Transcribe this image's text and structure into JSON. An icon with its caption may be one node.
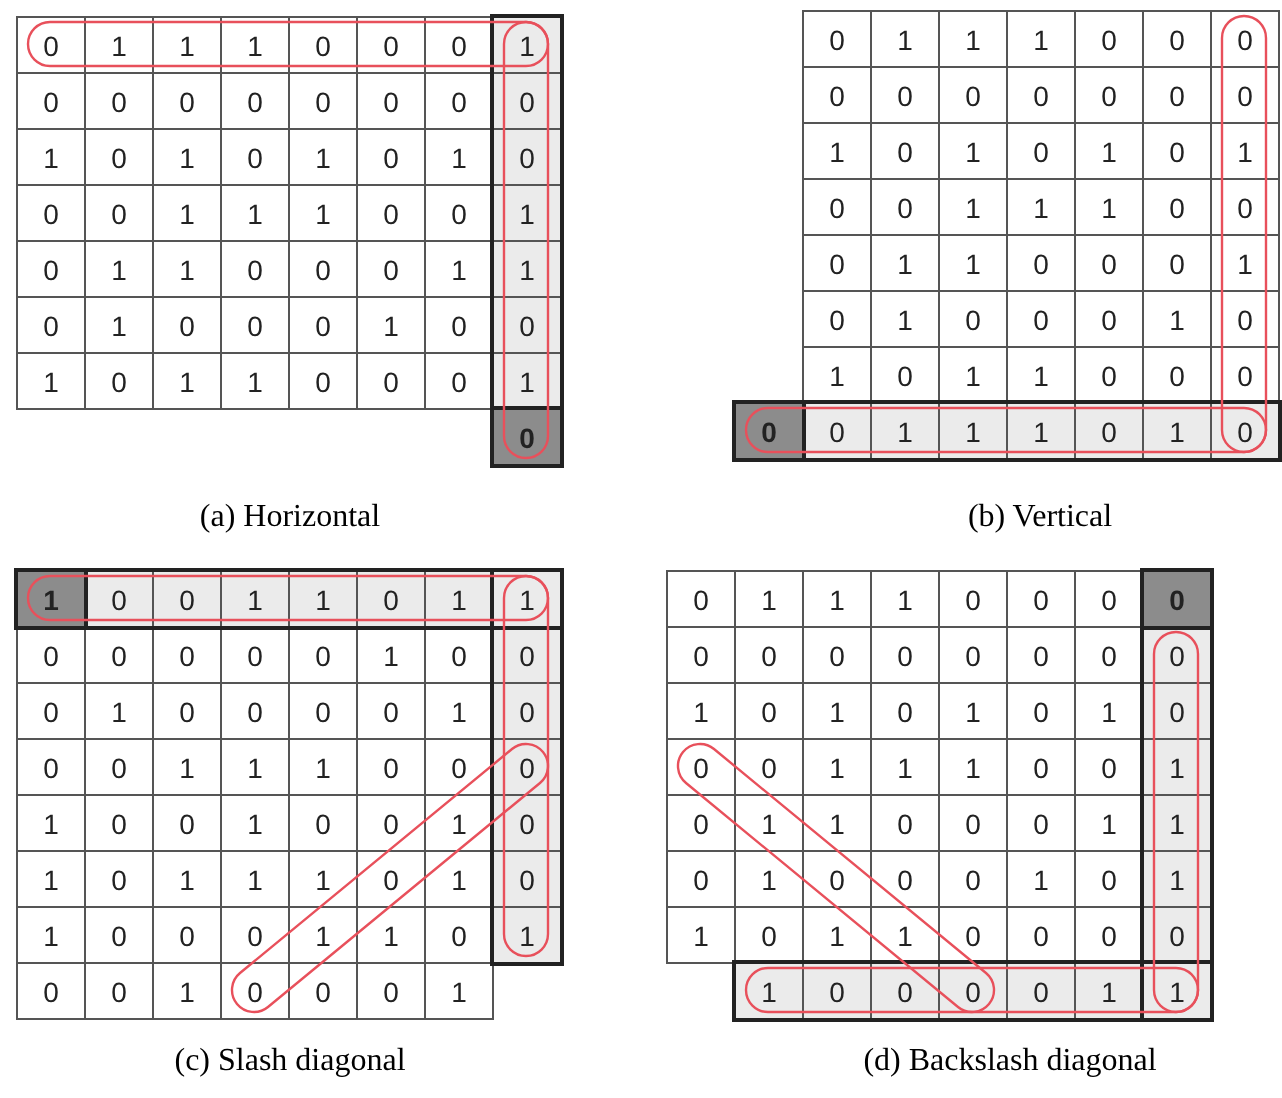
{
  "diagram": {
    "labels": [
      "0",
      "1",
      "1",
      "1",
      "0",
      "0",
      "0",
      "1",
      "0",
      "0",
      "0",
      "0",
      "0",
      "0",
      "0",
      "0",
      "1",
      "0",
      "1",
      "0",
      "1",
      "0",
      "1",
      "0",
      "0",
      "0",
      "1",
      "1",
      "1",
      "0",
      "0",
      "1",
      "0",
      "1",
      "1",
      "0",
      "0",
      "0",
      "1",
      "1",
      "0",
      "1",
      "0",
      "0",
      "0",
      "1",
      "0",
      "0",
      "1",
      "0",
      "1",
      "1",
      "0",
      "0",
      "0",
      "1",
      "0",
      "(a) Horizontal",
      "0",
      "1",
      "1",
      "1",
      "0",
      "0",
      "0",
      "0",
      "0",
      "0",
      "0",
      "0",
      "0",
      "0",
      "1",
      "0",
      "1",
      "0",
      "1",
      "0",
      "1",
      "0",
      "0",
      "1",
      "1",
      "1",
      "0",
      "0",
      "0",
      "1",
      "1",
      "0",
      "0",
      "0",
      "1",
      "0",
      "1",
      "0",
      "0",
      "0",
      "1",
      "0",
      "1",
      "0",
      "1",
      "1",
      "0",
      "0",
      "0",
      "0",
      "0",
      "1",
      "1",
      "1",
      "0",
      "1",
      "0",
      "(b) Vertical",
      "1",
      "0",
      "0",
      "1",
      "1",
      "0",
      "1",
      "1",
      "0",
      "0",
      "0",
      "0",
      "0",
      "1",
      "0",
      "0",
      "0",
      "1",
      "0",
      "0",
      "0",
      "0",
      "1",
      "0",
      "0",
      "0",
      "1",
      "1",
      "1",
      "0",
      "0",
      "0",
      "1",
      "0",
      "0",
      "1",
      "0",
      "0",
      "1",
      "0",
      "1",
      "0",
      "1",
      "1",
      "1",
      "0",
      "1",
      "0",
      "1",
      "0",
      "0",
      "0",
      "1",
      "1",
      "0",
      "1",
      "0",
      "0",
      "1",
      "0",
      "0",
      "0",
      "1",
      "(c) Slash diagonal",
      "0",
      "1",
      "1",
      "1",
      "0",
      "0",
      "0",
      "0",
      "0",
      "0",
      "0",
      "0",
      "0",
      "0",
      "0",
      "0",
      "1",
      "0",
      "1",
      "0",
      "1",
      "0",
      "1",
      "0",
      "0",
      "0",
      "1",
      "1",
      "1",
      "0",
      "0",
      "1",
      "0",
      "1",
      "1",
      "0",
      "0",
      "0",
      "1",
      "1",
      "0",
      "1",
      "0",
      "0",
      "0",
      "1",
      "0",
      "1",
      "1",
      "0",
      "1",
      "1",
      "0",
      "0",
      "0",
      "0",
      "1",
      "0",
      "0",
      "0",
      "0",
      "1",
      "1",
      "(d) Backslash diagonal"
    ]
  }
}
